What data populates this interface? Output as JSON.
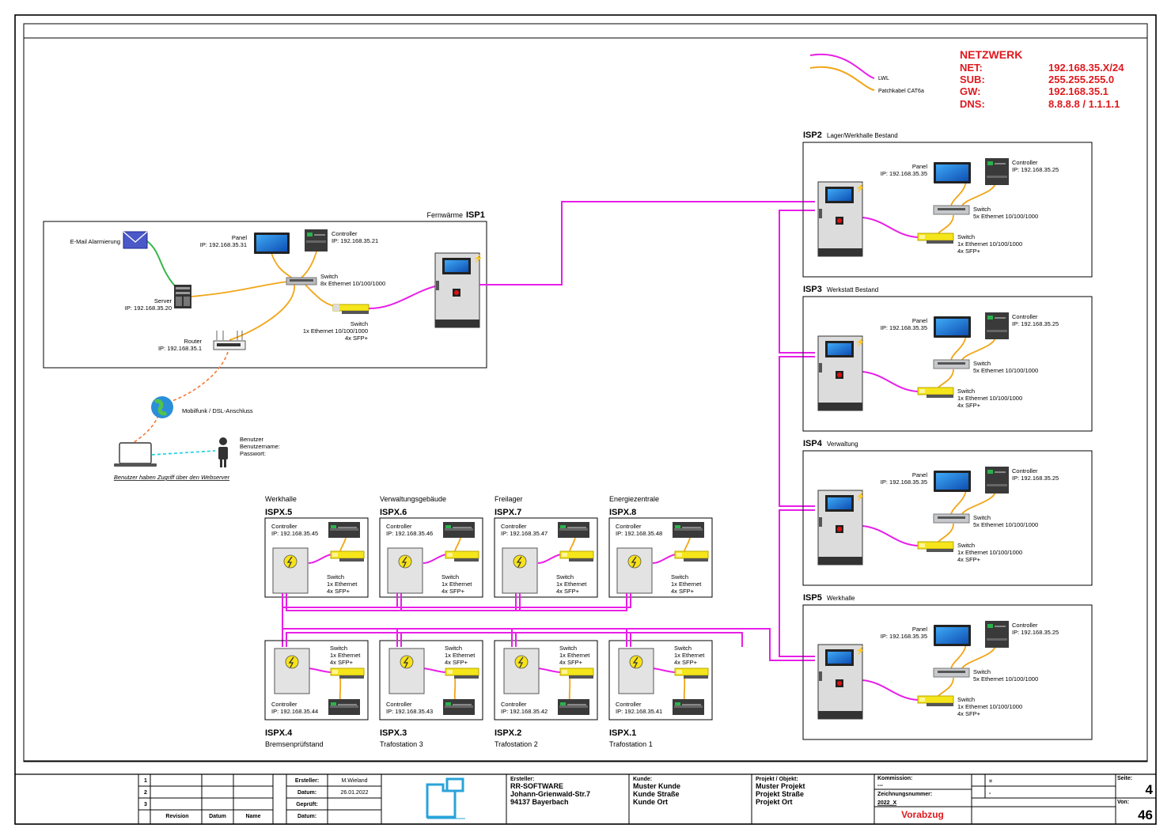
{
  "legend": {
    "lwl": "LWL",
    "cat": "Patchkabel CAT6a"
  },
  "network": {
    "title": "NETZWERK",
    "rows": [
      {
        "k": "NET:",
        "v": "192.168.35.X/24"
      },
      {
        "k": "SUB:",
        "v": "255.255.255.0"
      },
      {
        "k": "GW:",
        "v": "192.168.35.1"
      },
      {
        "k": "DNS:",
        "v": "8.8.8.8 / 1.1.1.1"
      }
    ]
  },
  "isp1": {
    "title_loc": "Fernwärme",
    "title_id": "ISP1",
    "email": "E-Mail Alarmierung",
    "panel": {
      "name": "Panel",
      "ip": "IP: 192.168.35.31"
    },
    "controller": {
      "name": "Controller",
      "ip": "IP: 192.168.35.21"
    },
    "switch1": {
      "name": "Switch",
      "desc": "8x Ethernet 10/100/1000"
    },
    "server": {
      "name": "Server",
      "ip": "IP: 192.168.35.20"
    },
    "switch2": {
      "name": "Switch",
      "l1": "1x Ethernet 10/100/1000",
      "l2": "4x SFP+"
    },
    "router": {
      "name": "Router",
      "ip": "IP: 192.168.35.1"
    }
  },
  "internet": {
    "globe": "Mobilfunk / DSL-Anschluss",
    "user": "Benutzer",
    "username": "Benutzername:",
    "password": "Passwort:",
    "note": "Benutzer haben Zugriff über den Webserver"
  },
  "right_common": {
    "panel": "Panel",
    "panel_ip": "IP: 192.168.35.35",
    "controller": "Controller",
    "controller_ip": "IP: 192.168.35.25",
    "switch": "Switch",
    "switch_a": "5x Ethernet 10/100/1000",
    "switch_b1": "1x Ethernet 10/100/1000",
    "switch_b2": "4x SFP+"
  },
  "right_isps": [
    {
      "id": "ISP2",
      "name": "Lager/Werkhalle Bestand"
    },
    {
      "id": "ISP3",
      "name": "Werkstatt Bestand"
    },
    {
      "id": "ISP4",
      "name": "Verwaltung"
    },
    {
      "id": "ISP5",
      "name": "Werkhalle"
    }
  ],
  "ispx_common": {
    "controller": "Controller",
    "switch": "Switch",
    "sw1": "1x Ethernet",
    "sw2": "4x SFP+"
  },
  "ispx_top": [
    {
      "loc": "Werkhalle",
      "id": "ISPX.5",
      "ip": "IP: 192.168.35.45"
    },
    {
      "loc": "Verwaltungsgebäude",
      "id": "ISPX.6",
      "ip": "IP: 192.168.35.46"
    },
    {
      "loc": "Freilager",
      "id": "ISPX.7",
      "ip": "IP: 192.168.35.47"
    },
    {
      "loc": "Energiezentrale",
      "id": "ISPX.8",
      "ip": "IP: 192.168.35.48"
    }
  ],
  "ispx_bottom": [
    {
      "loc": "Bremsenprüfstand",
      "id": "ISPX.4",
      "ip": "IP: 192.168.35.44"
    },
    {
      "loc": "Trafostation 3",
      "id": "ISPX.3",
      "ip": "IP: 192.168.35.43"
    },
    {
      "loc": "Trafostation 2",
      "id": "ISPX.2",
      "ip": "IP: 192.168.35.42"
    },
    {
      "loc": "Trafostation 1",
      "id": "ISPX.1",
      "ip": "IP: 192.168.35.41"
    }
  ],
  "titleblock": {
    "rev_rows": [
      "1",
      "2",
      "3"
    ],
    "rev_headers": [
      "Revision",
      "Datum",
      "Name"
    ],
    "ersteller_label": "Ersteller:",
    "ersteller": "M.Wieland",
    "datum_label": "Datum:",
    "datum": "26.01.2022",
    "geprueft_label": "Geprüft:",
    "datum2_label": "Datum:",
    "company_label": "Ersteller:",
    "company": [
      "RR-SOFTWARE",
      "Johann-Grienwald-Str.7",
      "94137 Bayerbach"
    ],
    "kunde_label": "Kunde:",
    "kunde": [
      "Muster Kunde",
      "Kunde Straße",
      "Kunde Ort"
    ],
    "projekt_label": "Projekt / Objekt:",
    "projekt": [
      "Muster Projekt",
      "Projekt Straße",
      "Projekt Ort"
    ],
    "kommission_label": "Kommission:",
    "kommission": "---",
    "zeichnung_label": "Zeichnungsnummer:",
    "zeichnung": "2022_X",
    "status": "Vorabzug",
    "eq": "=",
    "dash": "-",
    "seite_label": "Seite:",
    "seite": "4",
    "von_label": "Von:",
    "von": "46"
  }
}
